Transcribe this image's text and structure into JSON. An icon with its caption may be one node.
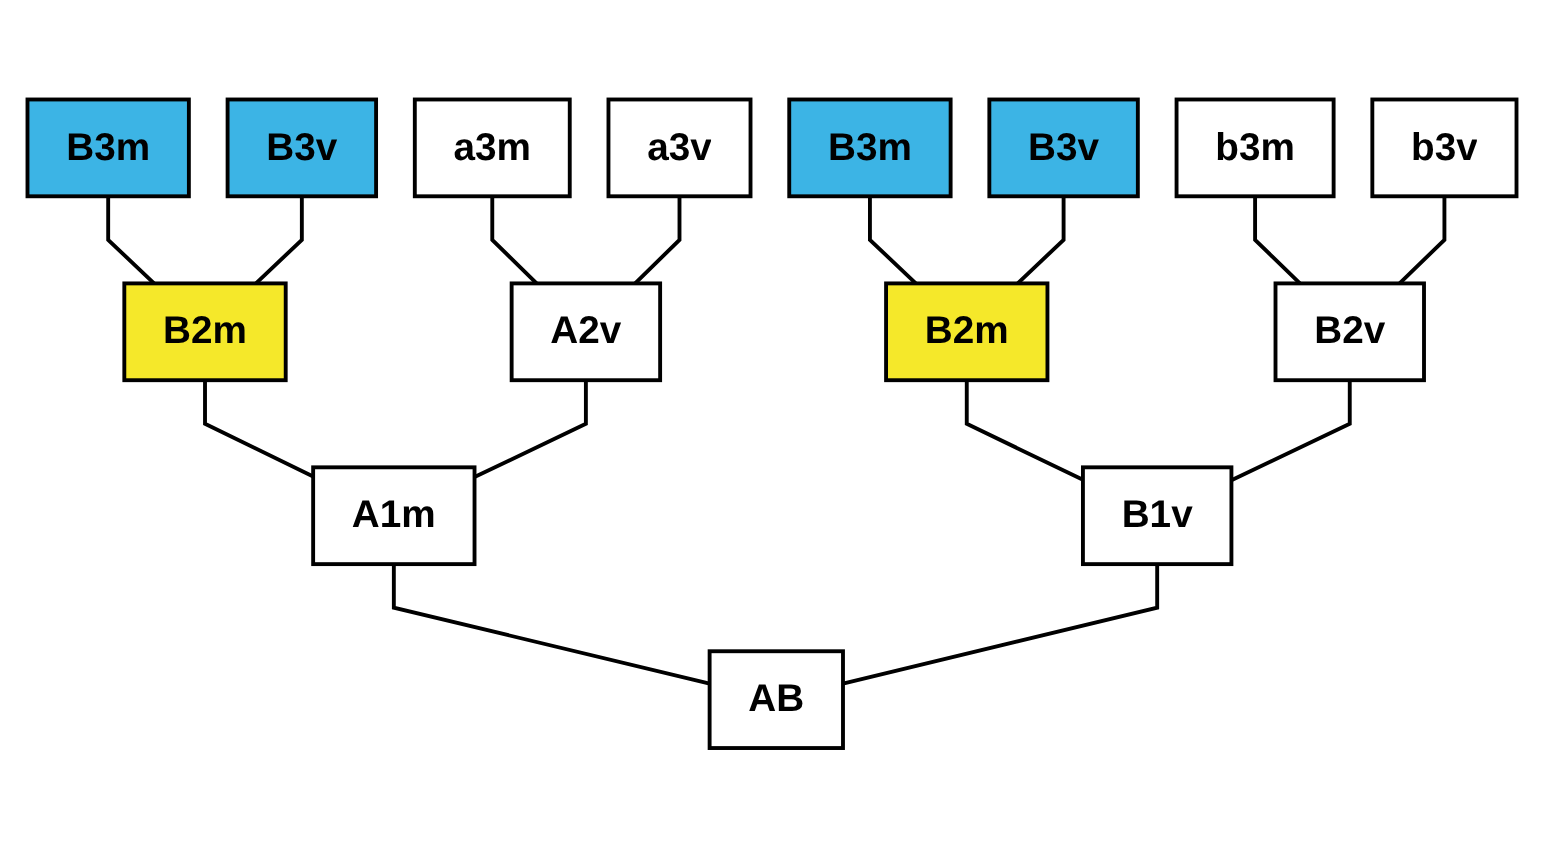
{
  "diagram": {
    "nodes": [
      {
        "text": [
          "B3m"
        ]
      },
      {
        "text": [
          "B3v"
        ]
      },
      {
        "text": [
          "a3m"
        ]
      },
      {
        "text": [
          "a3v"
        ]
      },
      {
        "text": [
          "B3m"
        ]
      },
      {
        "text": [
          "B3v"
        ]
      },
      {
        "text": [
          "b3m"
        ]
      },
      {
        "text": [
          "b3v"
        ]
      },
      {
        "text": [
          "B2m"
        ]
      },
      {
        "text": [
          "A2v"
        ]
      },
      {
        "text": [
          "B2m"
        ]
      },
      {
        "text": [
          "B2v"
        ]
      },
      {
        "text": [
          "A1m"
        ]
      },
      {
        "text": [
          "B1v"
        ]
      },
      {
        "text": [
          "AB"
        ]
      }
    ],
    "edges": [
      {
        "from": 14,
        "to": 12,
        "arrow": "none"
      },
      {
        "from": 14,
        "to": 13,
        "arrow": "none"
      },
      {
        "from": 12,
        "to": 8,
        "arrow": "none"
      },
      {
        "from": 12,
        "to": 9,
        "arrow": "none"
      },
      {
        "from": 13,
        "to": 10,
        "arrow": "none"
      },
      {
        "from": 13,
        "to": 11,
        "arrow": "none"
      },
      {
        "from": 8,
        "to": 0,
        "arrow": "none"
      },
      {
        "from": 8,
        "to": 1,
        "arrow": "none"
      },
      {
        "from": 9,
        "to": 2,
        "arrow": "none"
      },
      {
        "from": 9,
        "to": 3,
        "arrow": "none"
      },
      {
        "from": 10,
        "to": 4,
        "arrow": "none"
      },
      {
        "from": 10,
        "to": 5,
        "arrow": "none"
      },
      {
        "from": 11,
        "to": 6,
        "arrow": "none"
      },
      {
        "from": 11,
        "to": 7,
        "arrow": "none"
      }
    ]
  }
}
